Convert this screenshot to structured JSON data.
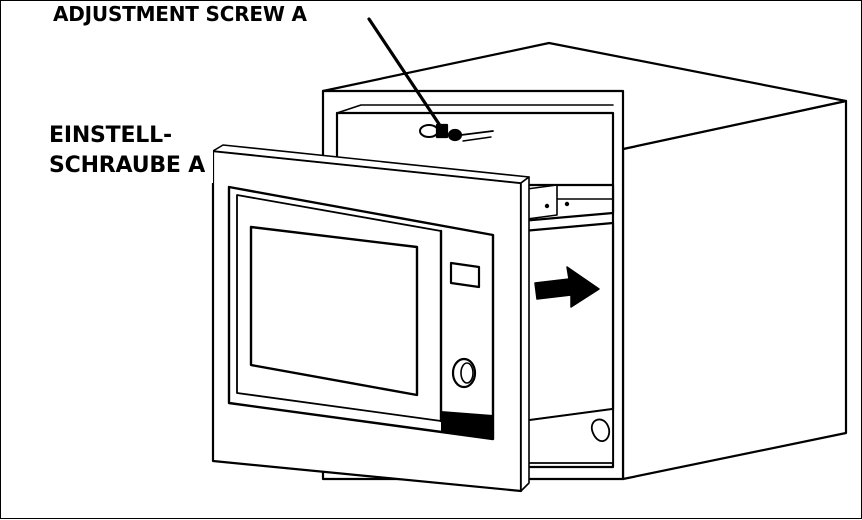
{
  "labels": {
    "english": "ADJUSTMENT SCREW A",
    "german_line1": "EINSTELL-",
    "german_line2": "SCHRAUBE A"
  },
  "colors": {
    "line": "#000000",
    "background": "#ffffff"
  },
  "icons": {
    "direction_arrow": "arrow-right-icon",
    "screw": "screw-icon",
    "knob": "knob-icon"
  }
}
